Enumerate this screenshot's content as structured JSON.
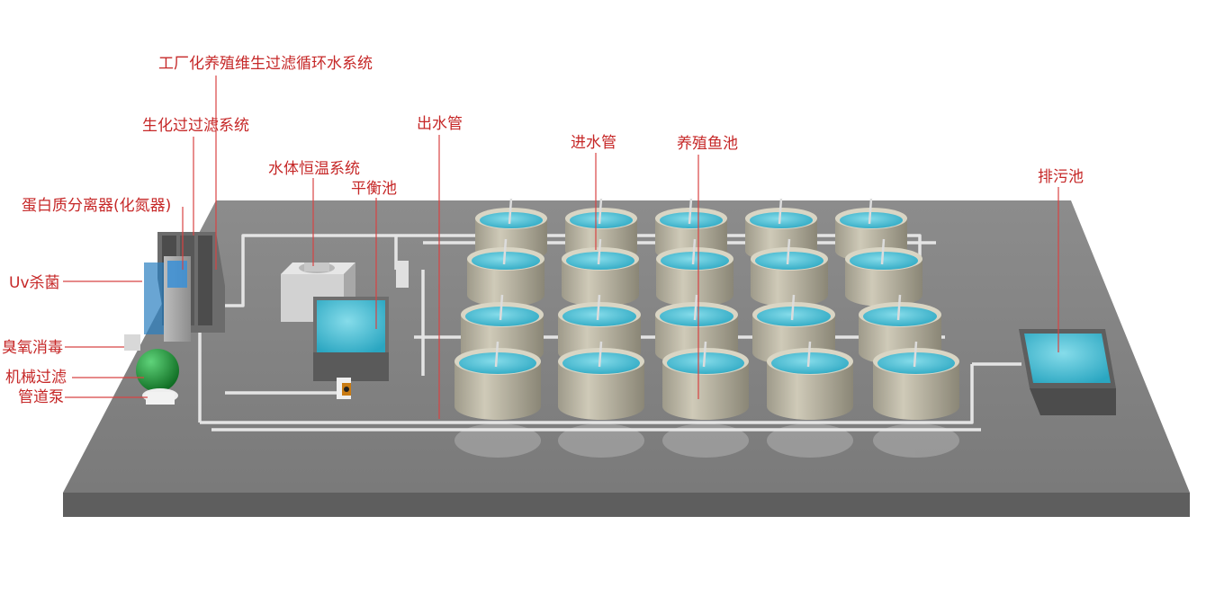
{
  "labels": {
    "recirc_system": "工厂化养殖维生过滤循环水系统",
    "bio_filter": "生化过过滤系统",
    "protein_skimmer": "蛋白质分离器(化氮器)",
    "uv": "Uv杀菌",
    "ozone": "臭氧消毒",
    "mech_filter": "机械过滤",
    "pump": "管道泵",
    "temp_system": "水体恒温系统",
    "balance_tank": "平衡池",
    "outlet_pipe": "出水管",
    "inlet_pipe": "进水管",
    "fish_tanks": "养殖鱼池",
    "sewage_tank": "排污池"
  },
  "colors": {
    "label": "#c62828",
    "leader": "#d84343",
    "water": "#3cb4cc",
    "water_light": "#7fd9e8",
    "platform_top": "#858585",
    "platform_front": "#5e5e5e",
    "tank_wall": "#bdb8a6",
    "tank_wall_dark": "#8f8b7c",
    "pipe": "#e2e2e2",
    "ozone_sphere": "#1f9a35"
  },
  "icons": {
    "pump": "pump-icon",
    "ozone_filter": "sphere-filter-icon",
    "chiller": "chiller-unit-icon"
  },
  "tank_grid": {
    "rows": 4,
    "columns": 5
  }
}
